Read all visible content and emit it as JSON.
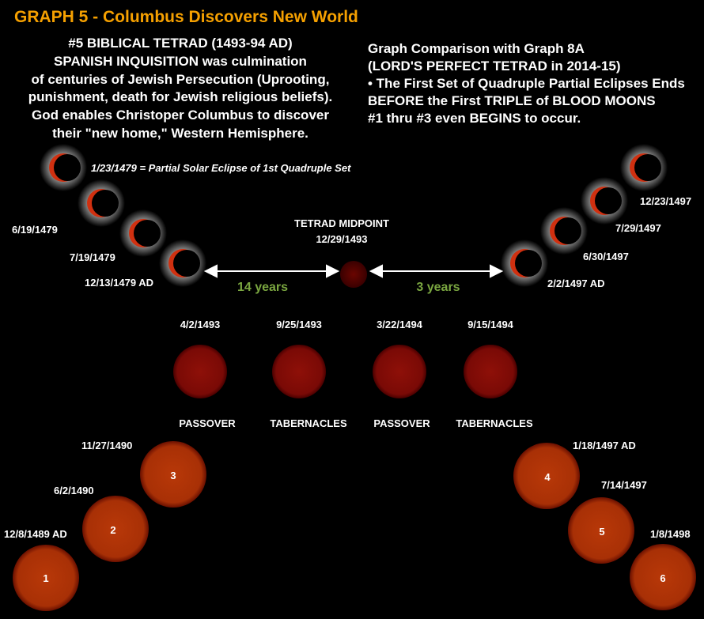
{
  "title": "GRAPH 5 - Columbus Discovers New World",
  "left_text": [
    "#5 BIBLICAL TETRAD (1493-94 AD)",
    "SPANISH INQUISITION was culmination",
    "of centuries of Jewish Persecution (Uprooting,",
    "punishment, death for Jewish religious beliefs).",
    "God enables Christoper Columbus to discover",
    "their \"new home,\" Western Hemisphere."
  ],
  "right_text": [
    "Graph Comparison with Graph 8A",
    "(LORD'S PERFECT TETRAD in 2014-15)",
    "•  The First Set of Quadruple Partial Eclipses Ends",
    "BEFORE the First TRIPLE of BLOOD MOONS",
    "#1 thru #3 even BEGINS to occur."
  ],
  "first_eclipse_note": "1/23/1479 = Partial Solar Eclipse of 1st Quadruple Set",
  "left_eclipses": [
    "6/19/1479",
    "7/19/1479",
    "12/13/1479 AD"
  ],
  "right_eclipses": [
    "12/23/1497",
    "7/29/1497",
    "6/30/1497",
    "2/2/1497 AD"
  ],
  "midpoint": {
    "label": "TETRAD MIDPOINT",
    "date": "12/29/1493"
  },
  "spans": {
    "left": "14 years",
    "right": "3 years"
  },
  "blood_moons": [
    {
      "date": "4/2/1493",
      "feast": "PASSOVER"
    },
    {
      "date": "9/25/1493",
      "feast": "TABERNACLES"
    },
    {
      "date": "3/22/1494",
      "feast": "PASSOVER"
    },
    {
      "date": "9/15/1494",
      "feast": "TABERNACLES"
    }
  ],
  "numbered_moons": [
    {
      "n": "1",
      "date": "12/8/1489 AD"
    },
    {
      "n": "2",
      "date": "6/2/1490"
    },
    {
      "n": "3",
      "date": "11/27/1490"
    },
    {
      "n": "4",
      "date": "1/18/1497 AD"
    },
    {
      "n": "5",
      "date": "7/14/1497"
    },
    {
      "n": "6",
      "date": "1/8/1498"
    }
  ],
  "colors": {
    "title": "#f5a000",
    "years": "#7aa640",
    "blood_moon": "#8a0c08",
    "moon": "#b03a08"
  }
}
